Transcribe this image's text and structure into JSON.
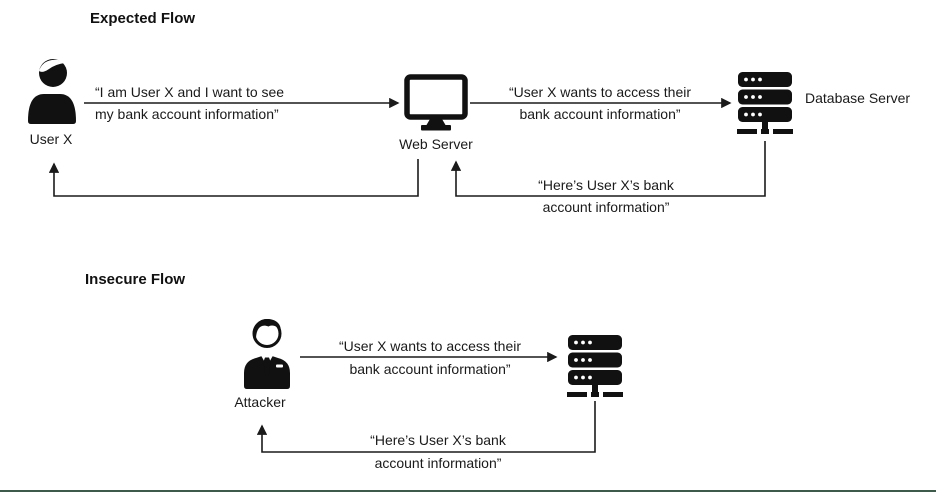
{
  "expected_flow": {
    "title": "Expected Flow",
    "nodes": {
      "user": {
        "label": "User X",
        "icon": "person-icon"
      },
      "web_server": {
        "label": "Web Server",
        "icon": "monitor-icon"
      },
      "database_server": {
        "label": "Database Server",
        "icon": "database-server-icon"
      }
    },
    "messages": {
      "user_to_web": {
        "line1": "“I am User X and I want to see",
        "line2": "my bank account information”"
      },
      "web_to_db": {
        "line1": "“User X wants to access their",
        "line2": "bank account information”"
      },
      "db_response": {
        "line1": "“Here’s User X’s bank",
        "line2": "account information”"
      }
    }
  },
  "insecure_flow": {
    "title": "Insecure Flow",
    "nodes": {
      "attacker": {
        "label": "Attacker",
        "icon": "person-suit-icon"
      },
      "database_server": {
        "icon": "database-server-icon"
      }
    },
    "messages": {
      "attacker_to_db": {
        "line1": "“User X wants to access their",
        "line2": "bank account information”"
      },
      "db_response": {
        "line1": "“Here’s User X’s bank",
        "line2": "account information”"
      }
    }
  },
  "colors": {
    "line": "#1a1a1a",
    "icon": "#111111",
    "divider": "#3d5a4a",
    "background": "#ffffff"
  }
}
